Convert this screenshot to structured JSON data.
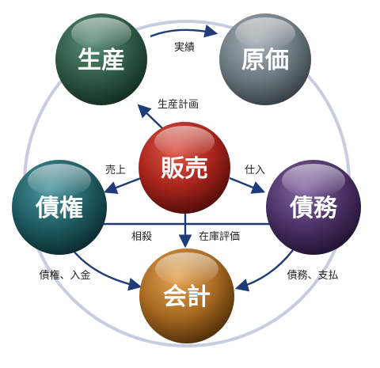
{
  "nodes": {
    "production": {
      "label": "生産",
      "color": "#2f5a47"
    },
    "cost": {
      "label": "原価",
      "color": "#6e7a82"
    },
    "sales": {
      "label": "販売",
      "color": "#a8251c"
    },
    "receivable": {
      "label": "債権",
      "color": "#1f5d63"
    },
    "payable": {
      "label": "債務",
      "color": "#4b3266"
    },
    "accounting": {
      "label": "会計",
      "color": "#a86a22"
    }
  },
  "edges": {
    "actual": "実績",
    "production_plan": "生産計画",
    "sale": "売上",
    "purchase": "仕入",
    "offset": "相殺",
    "inventory_eval": "在庫評価",
    "receivable_payment": "債権、入金",
    "payable_payment": "債務、支払"
  },
  "colors": {
    "ring": "#c9cbe0",
    "arrow": "#1e3c78",
    "text": "#222222"
  }
}
